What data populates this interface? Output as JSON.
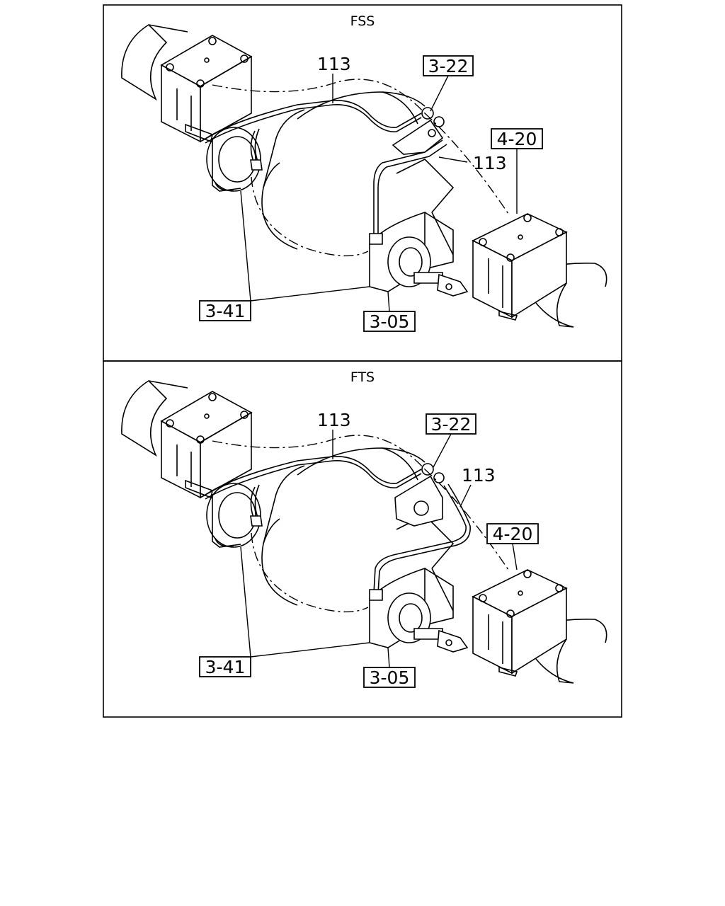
{
  "panels": [
    {
      "title": "FSS",
      "labels": {
        "pipe_a": "113",
        "pipe_b": "113",
        "ref_3_22": "3-22",
        "ref_4_20": "4-20",
        "ref_3_41": "3-41",
        "ref_3_05": "3-05"
      }
    },
    {
      "title": "FTS",
      "labels": {
        "pipe_a": "113",
        "pipe_b": "113",
        "ref_3_22": "3-22",
        "ref_4_20": "4-20",
        "ref_3_41": "3-41",
        "ref_3_05": "3-05"
      }
    }
  ]
}
